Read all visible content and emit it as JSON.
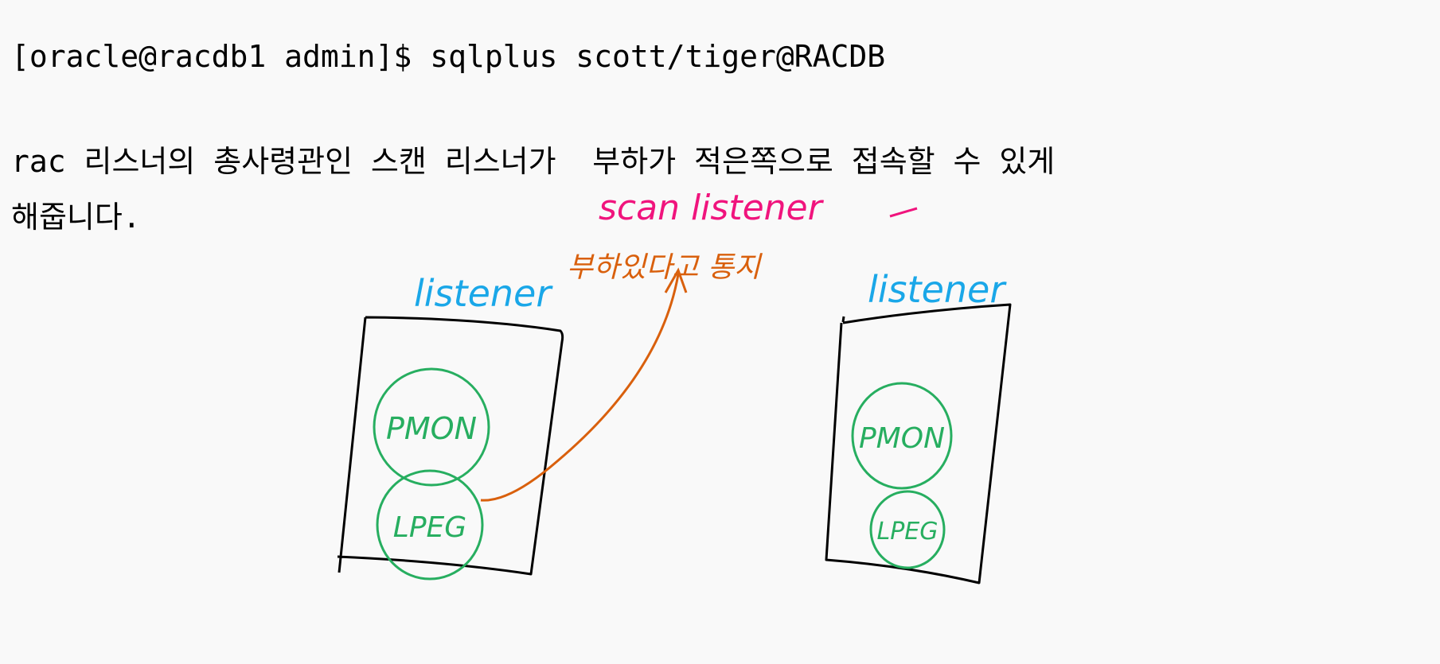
{
  "document": {
    "command_line": "[oracle@racdb1 admin]$ sqlplus scott/tiger@RACDB",
    "description_line1": "rac 리스너의 총사령관인 스캔 리스너가  부하가 적은쪽으로 접속할 수 있게",
    "description_line2": "해줍니다."
  },
  "drawing": {
    "scan_listener_label": "scan listener",
    "load_notice_label": "부하있다고 통지",
    "node1": {
      "listener_label": "listener",
      "process1": "PMON",
      "process2": "LPEG"
    },
    "node2": {
      "listener_label": "listener",
      "process1": "PMON",
      "process2": "LPEG"
    },
    "colors": {
      "ink": "#000000",
      "process": "#27ae60",
      "listener": "#1aa7e8",
      "scan": "#f0147d",
      "notice": "#d9600d"
    }
  }
}
